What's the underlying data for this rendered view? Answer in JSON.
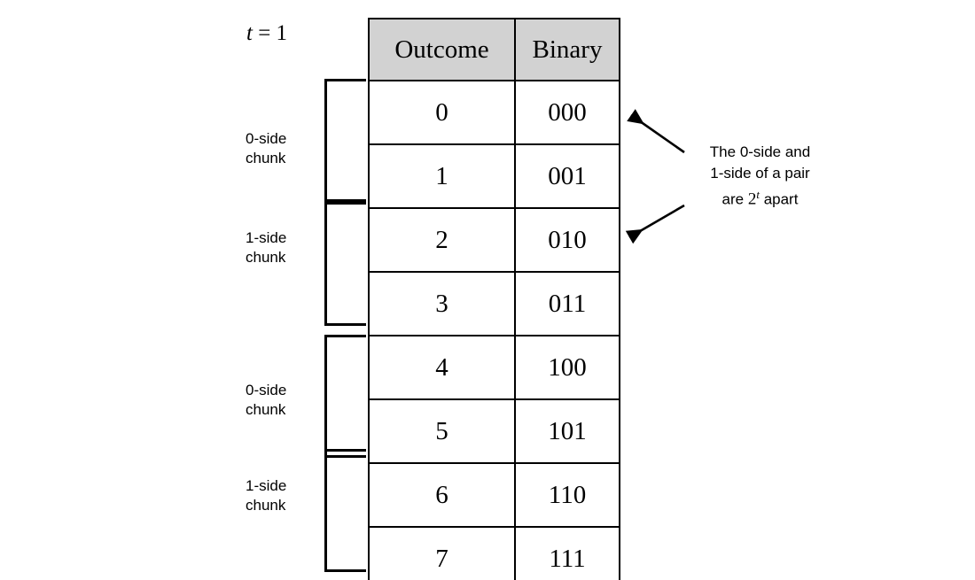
{
  "figure": {
    "t_label": {
      "variable": "t",
      "equals": " = 1"
    },
    "table": {
      "headers": [
        "Outcome",
        "Binary"
      ],
      "rows": [
        {
          "outcome": "0",
          "binary": "000"
        },
        {
          "outcome": "1",
          "binary": "001"
        },
        {
          "outcome": "2",
          "binary": "010"
        },
        {
          "outcome": "3",
          "binary": "011"
        },
        {
          "outcome": "4",
          "binary": "100"
        },
        {
          "outcome": "5",
          "binary": "101"
        },
        {
          "outcome": "6",
          "binary": "110"
        },
        {
          "outcome": "7",
          "binary": "111"
        }
      ],
      "header_fill": "#d2d2d2",
      "border_color": "#000000"
    },
    "chunks": [
      {
        "label": "0-side\nchunk",
        "rows": "0-1"
      },
      {
        "label": "1-side\nchunk",
        "rows": "2-3"
      },
      {
        "label": "0-side\nchunk",
        "rows": "4-5"
      },
      {
        "label": "1-side\nchunk",
        "rows": "6-7"
      }
    ],
    "annotation": {
      "line1": "The 0-side and",
      "line2": "1-side of a pair",
      "line3_pre": "are ",
      "line3_num": "2",
      "line3_sup": "t",
      "line3_post": " apart"
    }
  }
}
